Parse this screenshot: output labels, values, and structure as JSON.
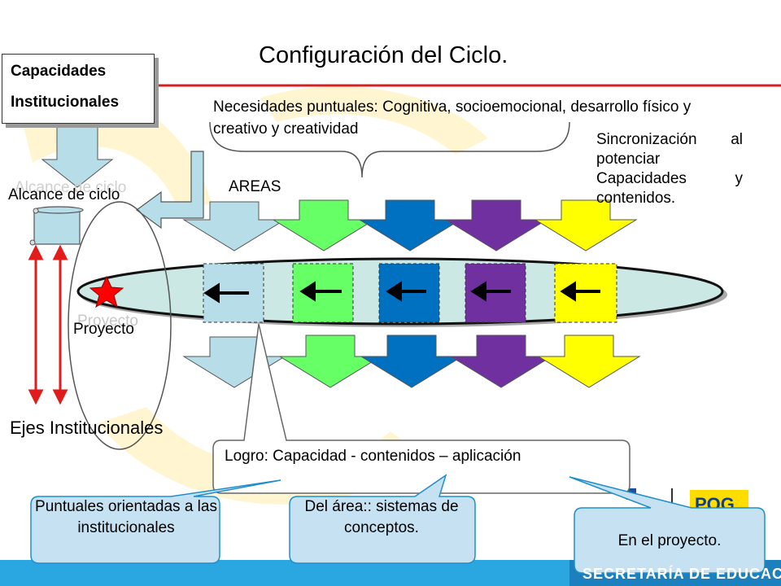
{
  "title": "Configuración del Ciclo.",
  "capacidades_box": {
    "line1": "Capacidades",
    "line2": "Institucionales"
  },
  "needs_text": "Necesidades puntuales:  Cognitiva, socioemocional, desarrollo físico y creativo y creatividad",
  "sync_text": "Sincronización al potenciar Capacidades y contenidos.",
  "areas_label": "AREAS",
  "alcance_label": "Alcance de ciclo",
  "proyecto_label": "Proyecto",
  "ejes_label": "Ejes Institucionales",
  "logro_text": "Logro: Capacidad - contenidos – aplicación",
  "callouts": [
    "Puntuales orientadas a las institucionales",
    "Del área:: sistemas de conceptos.",
    "En el proyecto."
  ],
  "footer_text": "SECRETARÍA DE EDUCACIÓN",
  "logo_text": "POG",
  "colors": {
    "area_colors": [
      "#b6dde8",
      "#66ff66",
      "#0070c0",
      "#7030a0",
      "#ffff00"
    ],
    "title_line": "#d32020",
    "footer_band": "#2aa7e0",
    "watermark": "#fff5cc",
    "star": "#ff0000",
    "ellipse_fill": "#cce8e4",
    "callout_fill": "#c6e2f2",
    "callout_border": "#1f8ecc"
  },
  "icons": [
    "star-icon",
    "scroll-icon",
    "arrow-left-icon",
    "arrow-down-icon",
    "bent-arrow-icon",
    "double-arrow-icon"
  ]
}
